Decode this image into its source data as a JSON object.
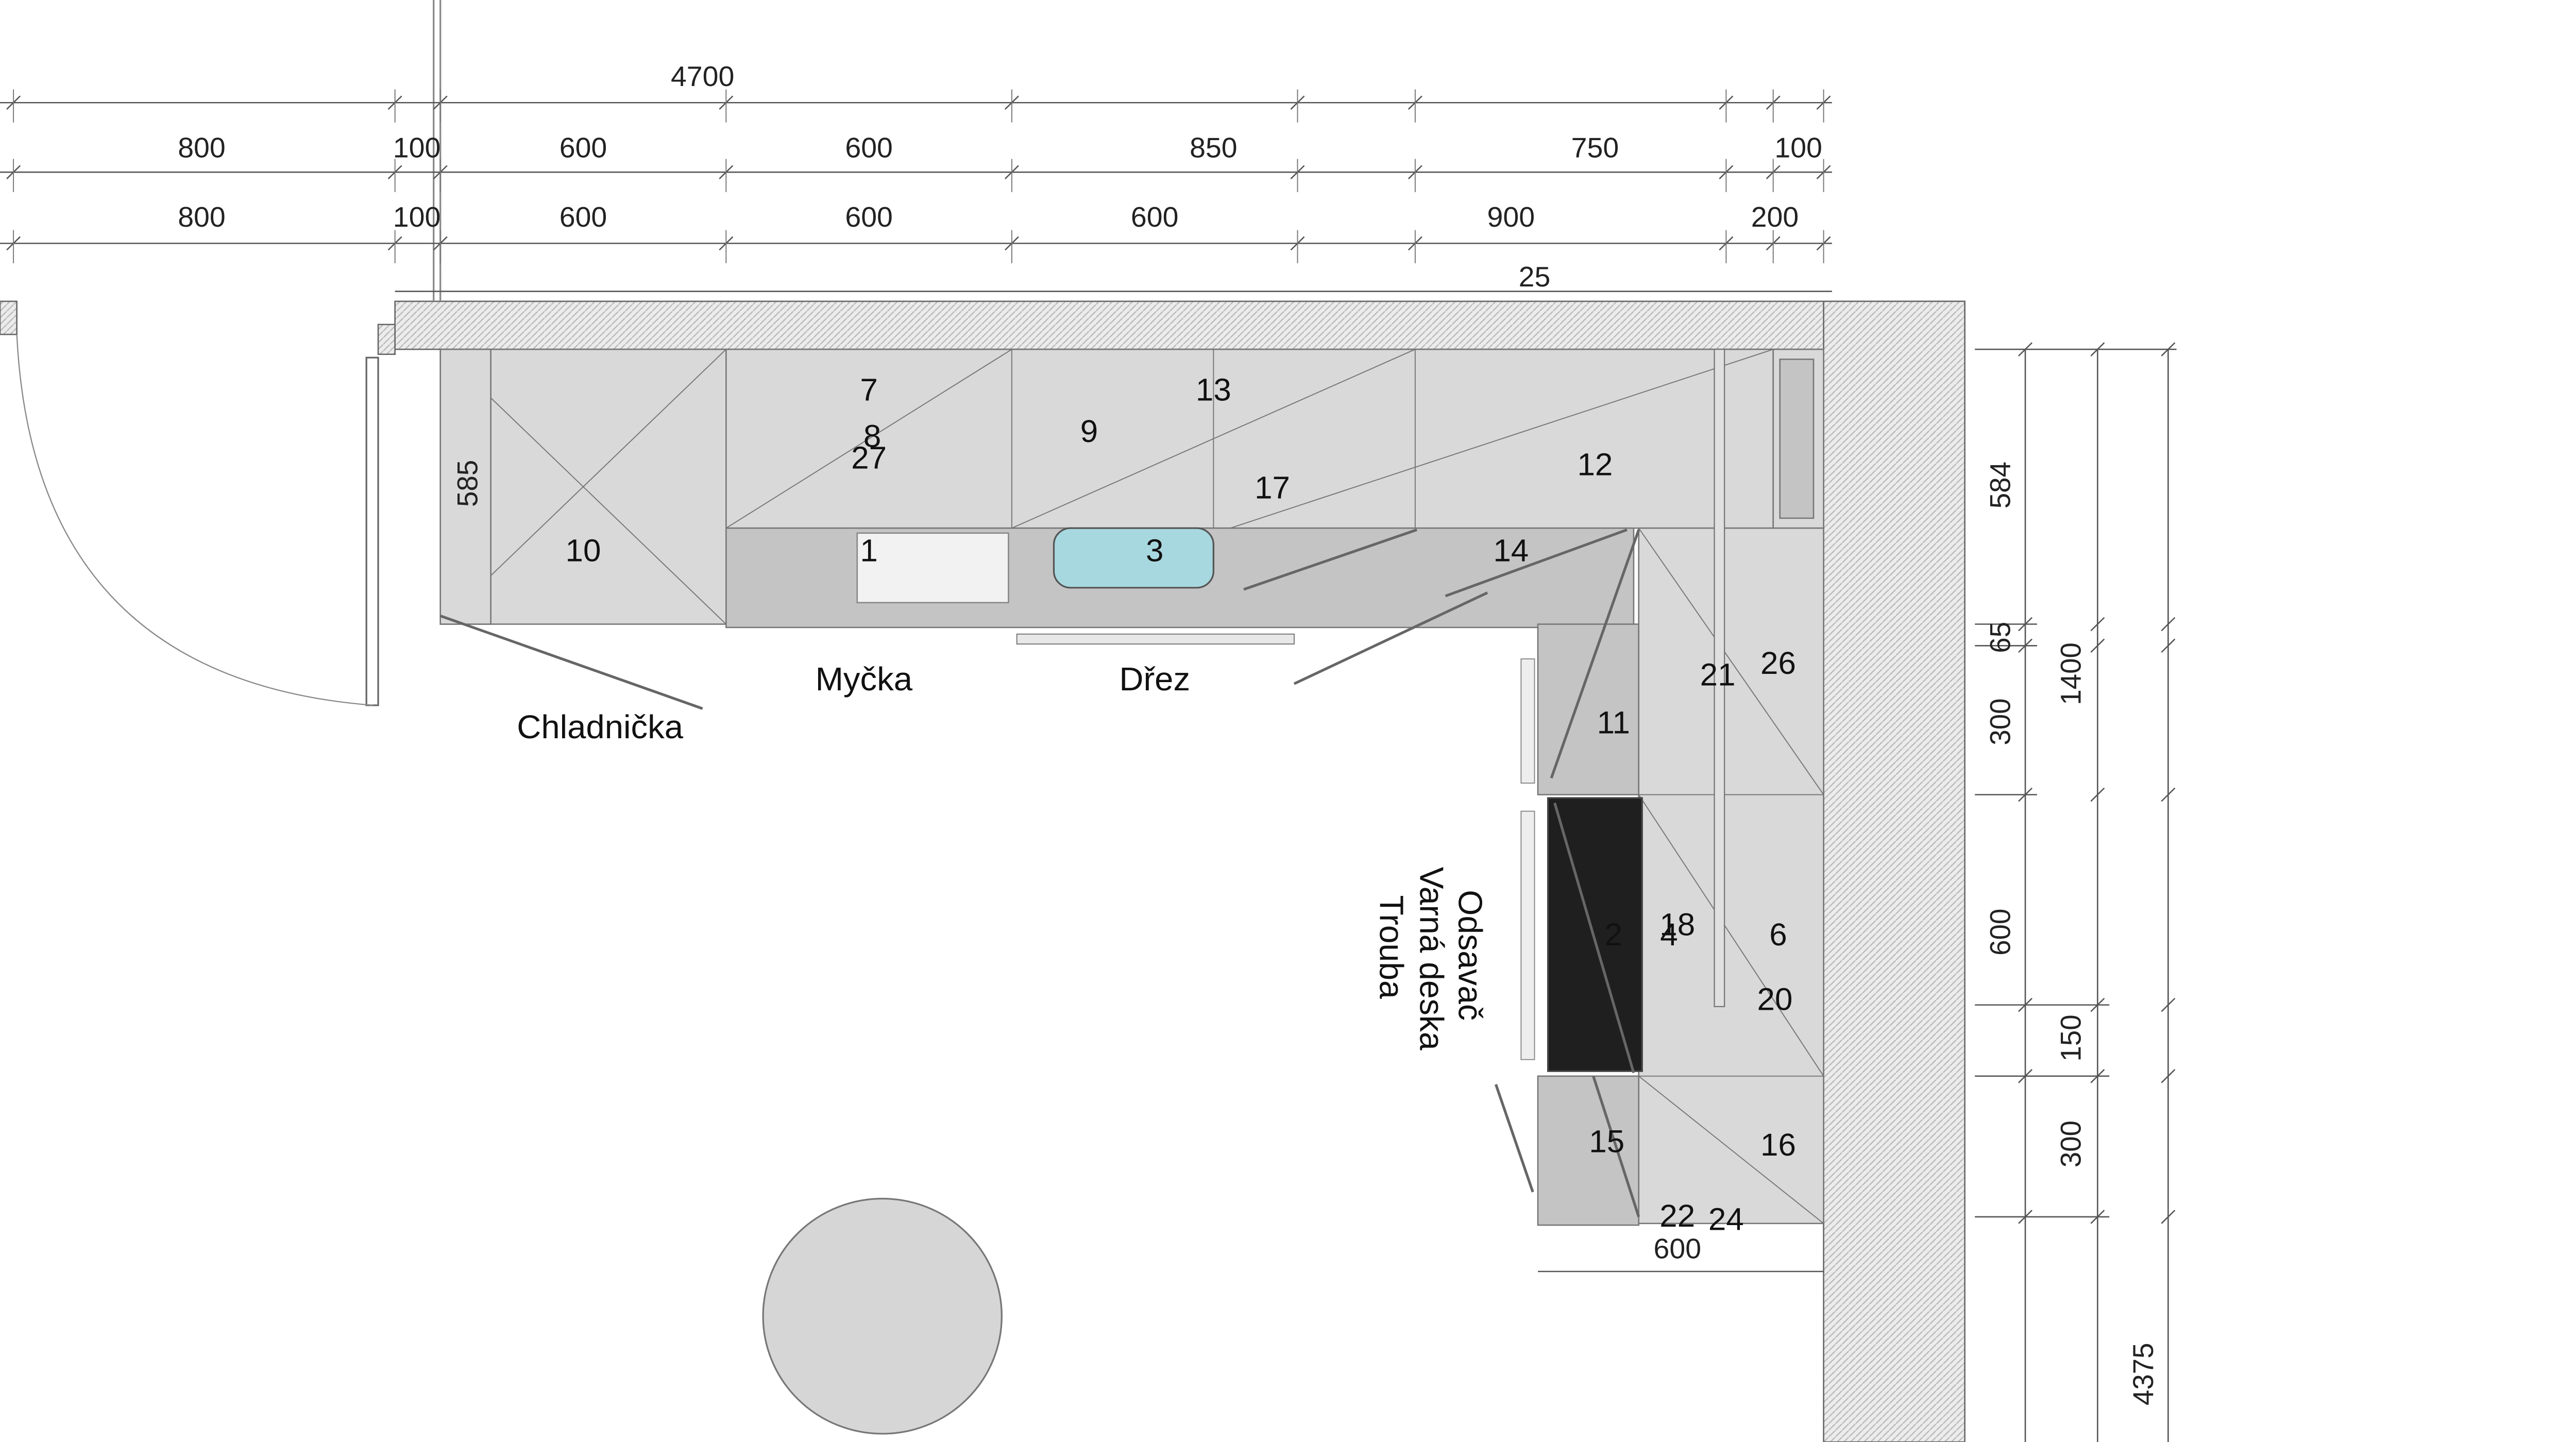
{
  "dimensions": {
    "total_width": "4700",
    "top_row": [
      "800",
      "100",
      "600",
      "600",
      "850",
      "750",
      "100"
    ],
    "second_row": [
      "800",
      "100",
      "600",
      "600",
      "600",
      "900",
      "200"
    ],
    "wall_offset": "25",
    "fridge_depth": "585",
    "right_row_outer": [
      "584",
      "65",
      "300",
      "600",
      "150",
      "300"
    ],
    "right_total_1400": "1400",
    "right_total_4375": "4375",
    "leg_width": "600"
  },
  "appliance_labels": {
    "fridge": "Chladnička",
    "dishwasher": "Myčka",
    "sink": "Dřez",
    "hood": "Odsavač",
    "hob": "Varná deska",
    "oven": "Trouba"
  },
  "cabinet_numbers": {
    "n1": "1",
    "n2": "2",
    "n3": "3",
    "n4": "4",
    "n6": "6",
    "n7": "7",
    "n8": "8",
    "n9": "9",
    "n10": "10",
    "n11": "11",
    "n12": "12",
    "n13": "13",
    "n14": "14",
    "n15": "15",
    "n16": "16",
    "n17": "17",
    "n18": "18",
    "n20": "20",
    "n21": "21",
    "n22": "22",
    "n24": "24",
    "n26": "26",
    "n27": "27"
  },
  "colors": {
    "cabinet": "#d9d9d9",
    "cabinet_dark": "#c4c4c4",
    "sink_water": "#a8d8df",
    "hob": "#1f1f1f",
    "wall_hatch": "#e6e6e6",
    "table": "#d6d6d6"
  }
}
